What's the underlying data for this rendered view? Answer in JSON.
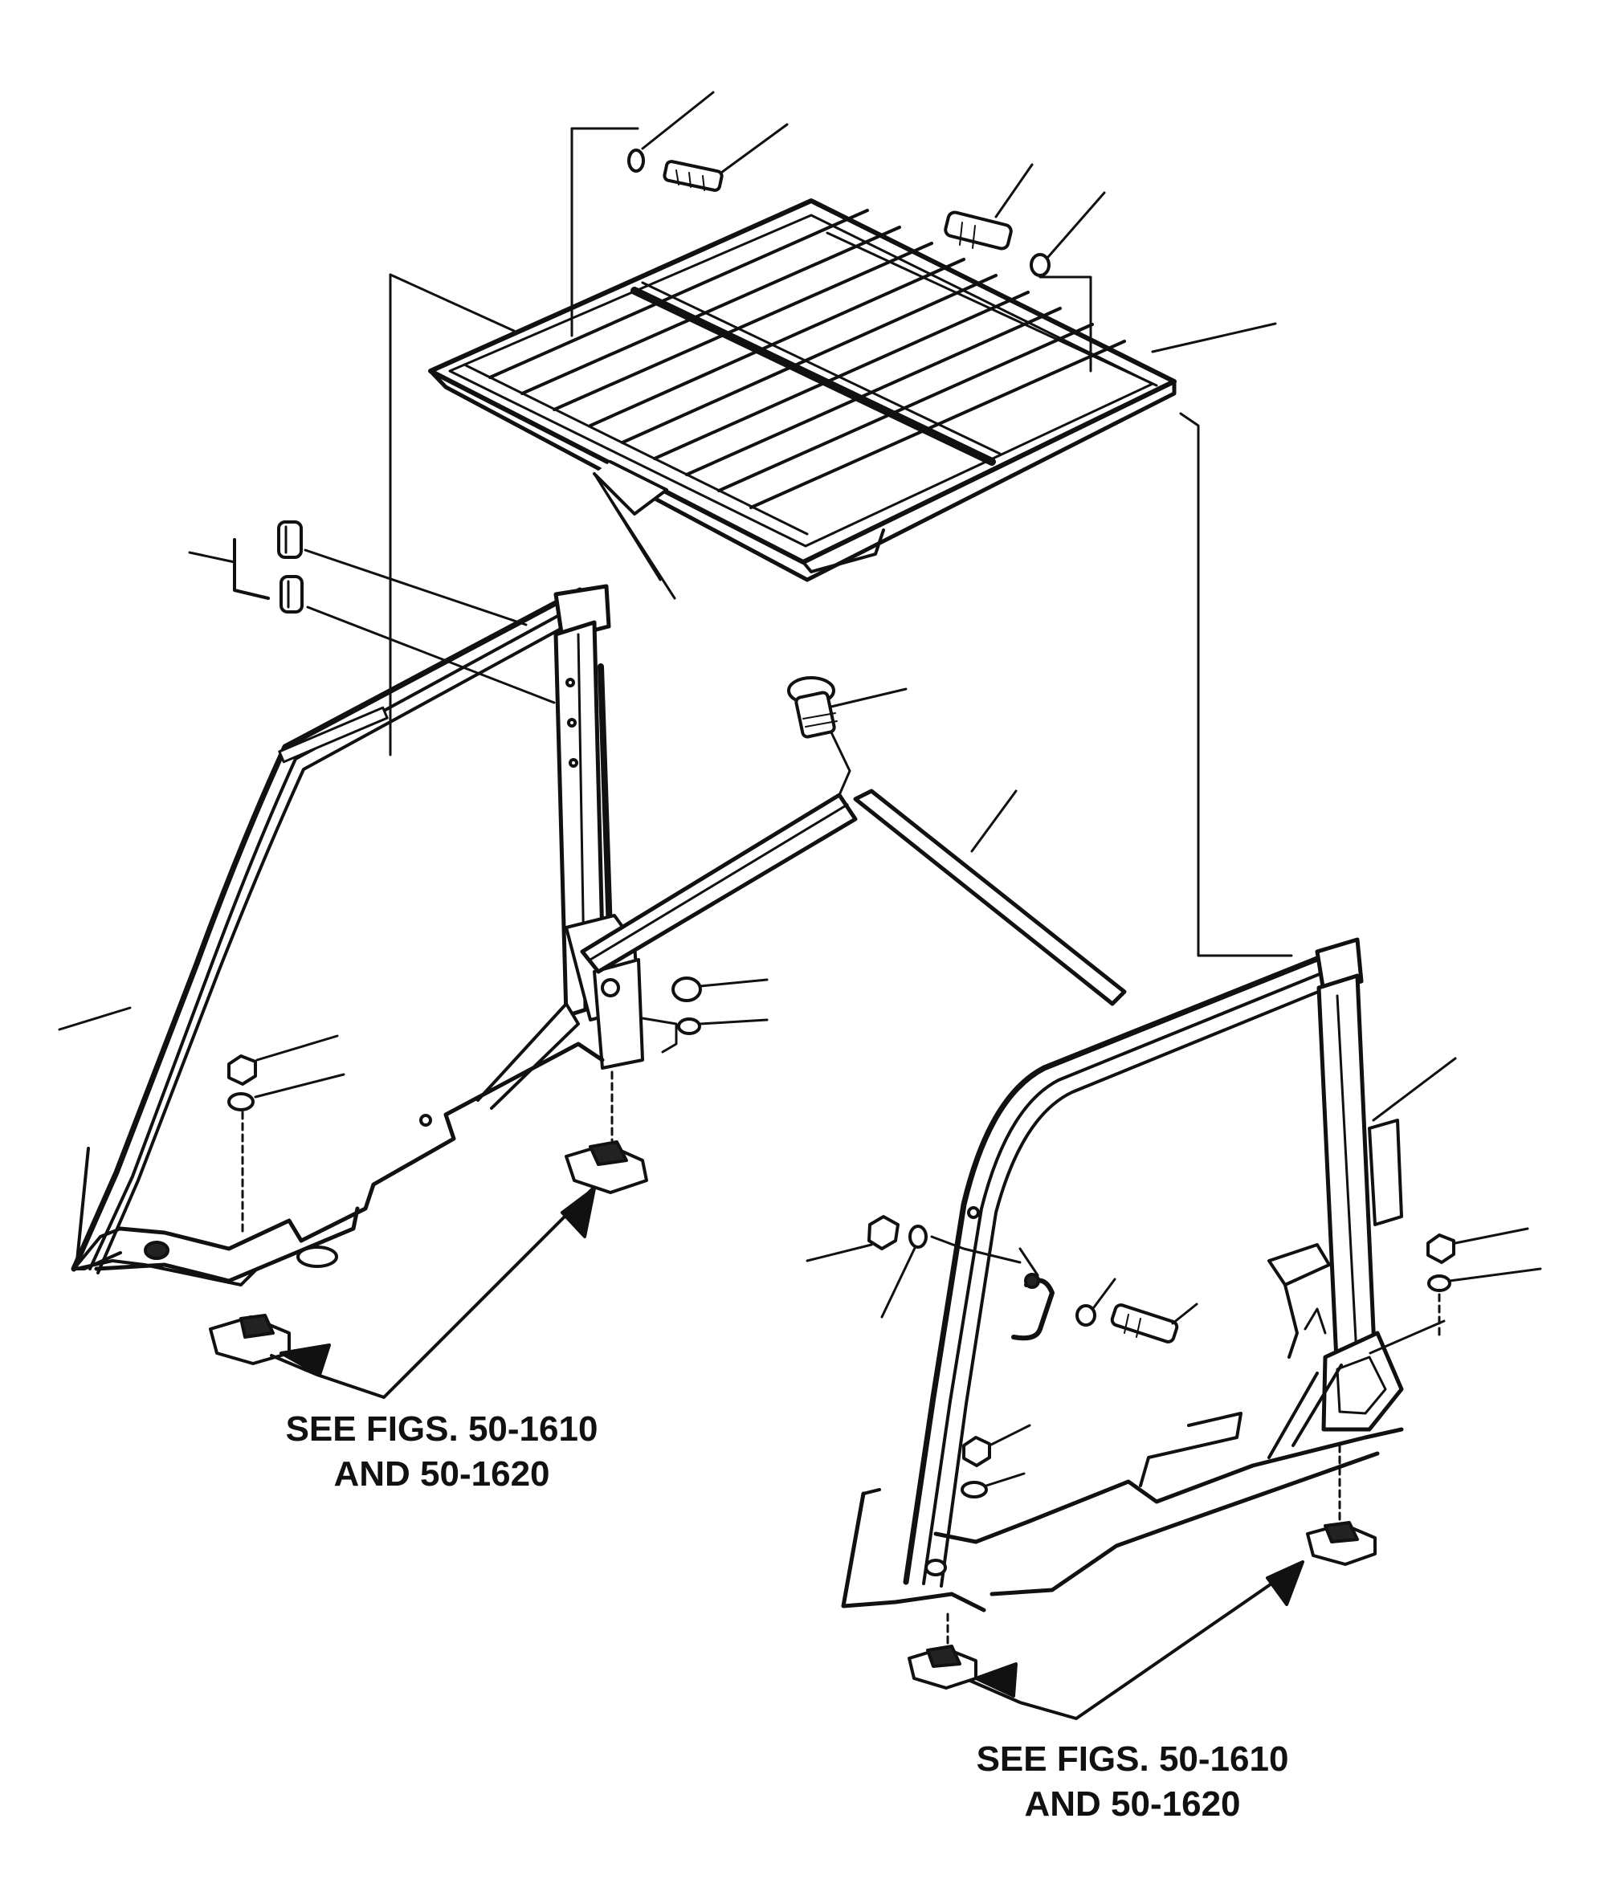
{
  "colors": {
    "line": "#111111",
    "fill": "#ffffff",
    "shade": "#222222"
  },
  "callouts": [
    {
      "line1": "SEE FIGS. 50-1610",
      "line2": "AND 50-1620"
    },
    {
      "line1": "SEE FIGS. 50-1610",
      "line2": "AND 50-1620"
    }
  ]
}
